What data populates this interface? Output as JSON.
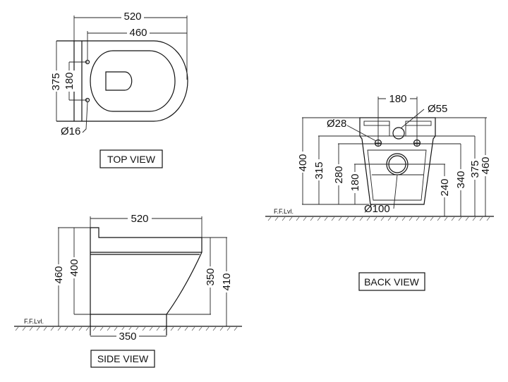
{
  "drawing": {
    "top_view": {
      "label": "TOP VIEW",
      "dims": {
        "overall_length": "520",
        "seat_length": "460",
        "width": "375",
        "hole_spacing": "180",
        "hole_dia": "Ø16"
      }
    },
    "back_view": {
      "label": "BACK VIEW",
      "dims": {
        "hole_spacing": "180",
        "waste_inlet_dia": "Ø55",
        "fixing_hole_dia": "Ø28",
        "outlet_dia": "Ø100",
        "left_heights": [
          "400",
          "315",
          "280",
          "180"
        ],
        "right_heights": [
          "240",
          "340",
          "375",
          "460"
        ]
      },
      "floor_label": "F.F.Lvl."
    },
    "side_view": {
      "label": "SIDE VIEW",
      "dims": {
        "length": "520",
        "base_length": "350",
        "left_heights": [
          "460",
          "400"
        ],
        "right_heights": [
          "350",
          "410"
        ]
      },
      "floor_label": "F.F.Lvl."
    }
  }
}
